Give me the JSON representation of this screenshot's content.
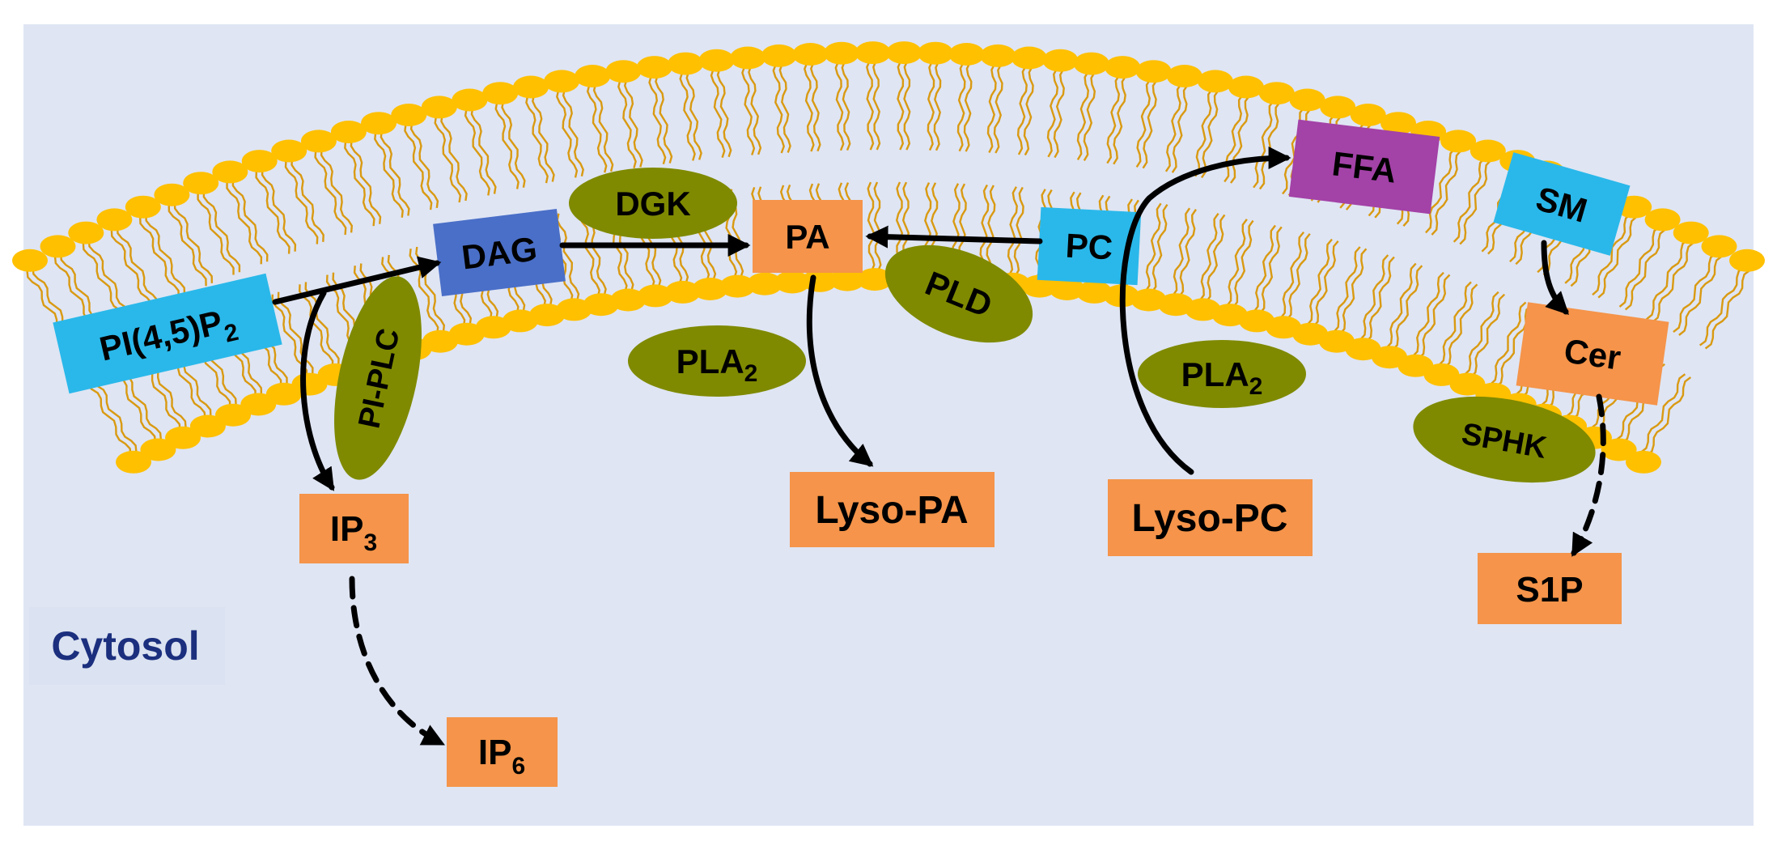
{
  "diagram": {
    "compartment_label": "Cytosol",
    "lipids": [
      {
        "id": "pip2",
        "text": "PI(4,5)P",
        "sub": "2"
      },
      {
        "id": "dag",
        "text": "DAG",
        "sub": ""
      },
      {
        "id": "pa",
        "text": "PA",
        "sub": ""
      },
      {
        "id": "pc",
        "text": "PC",
        "sub": ""
      },
      {
        "id": "ffa",
        "text": "FFA",
        "sub": ""
      },
      {
        "id": "sm",
        "text": "SM",
        "sub": ""
      },
      {
        "id": "cer",
        "text": "Cer",
        "sub": ""
      }
    ],
    "products": [
      {
        "id": "ip3",
        "text": "IP",
        "sub": "3"
      },
      {
        "id": "ip6",
        "text": "IP",
        "sub": "6"
      },
      {
        "id": "lysopa",
        "text": "Lyso-PA",
        "sub": ""
      },
      {
        "id": "lysopc",
        "text": "Lyso-PC",
        "sub": ""
      },
      {
        "id": "s1p",
        "text": "S1P",
        "sub": ""
      }
    ],
    "enzymes": [
      {
        "id": "dgk",
        "text": "DGK",
        "sub": ""
      },
      {
        "id": "piplc",
        "text": "PI-PLC",
        "sub": ""
      },
      {
        "id": "pla2a",
        "text": "PLA",
        "sub": "2"
      },
      {
        "id": "pld",
        "text": "PLD",
        "sub": ""
      },
      {
        "id": "pla2b",
        "text": "PLA",
        "sub": "2"
      },
      {
        "id": "sphk",
        "text": "SPHK",
        "sub": ""
      }
    ],
    "colors": {
      "background": "#dfe5f3",
      "lipid_head": "#ffc000",
      "lipid_tail": "#d99a12",
      "enzyme": "#7f8a00",
      "product": "#f5944a",
      "cyan_lipid": "#2ab8ea",
      "dag": "#4a6fc8",
      "ffa": "#a342a7",
      "cytosol_text": "#1b2f7e",
      "arrow": "#000000"
    }
  }
}
